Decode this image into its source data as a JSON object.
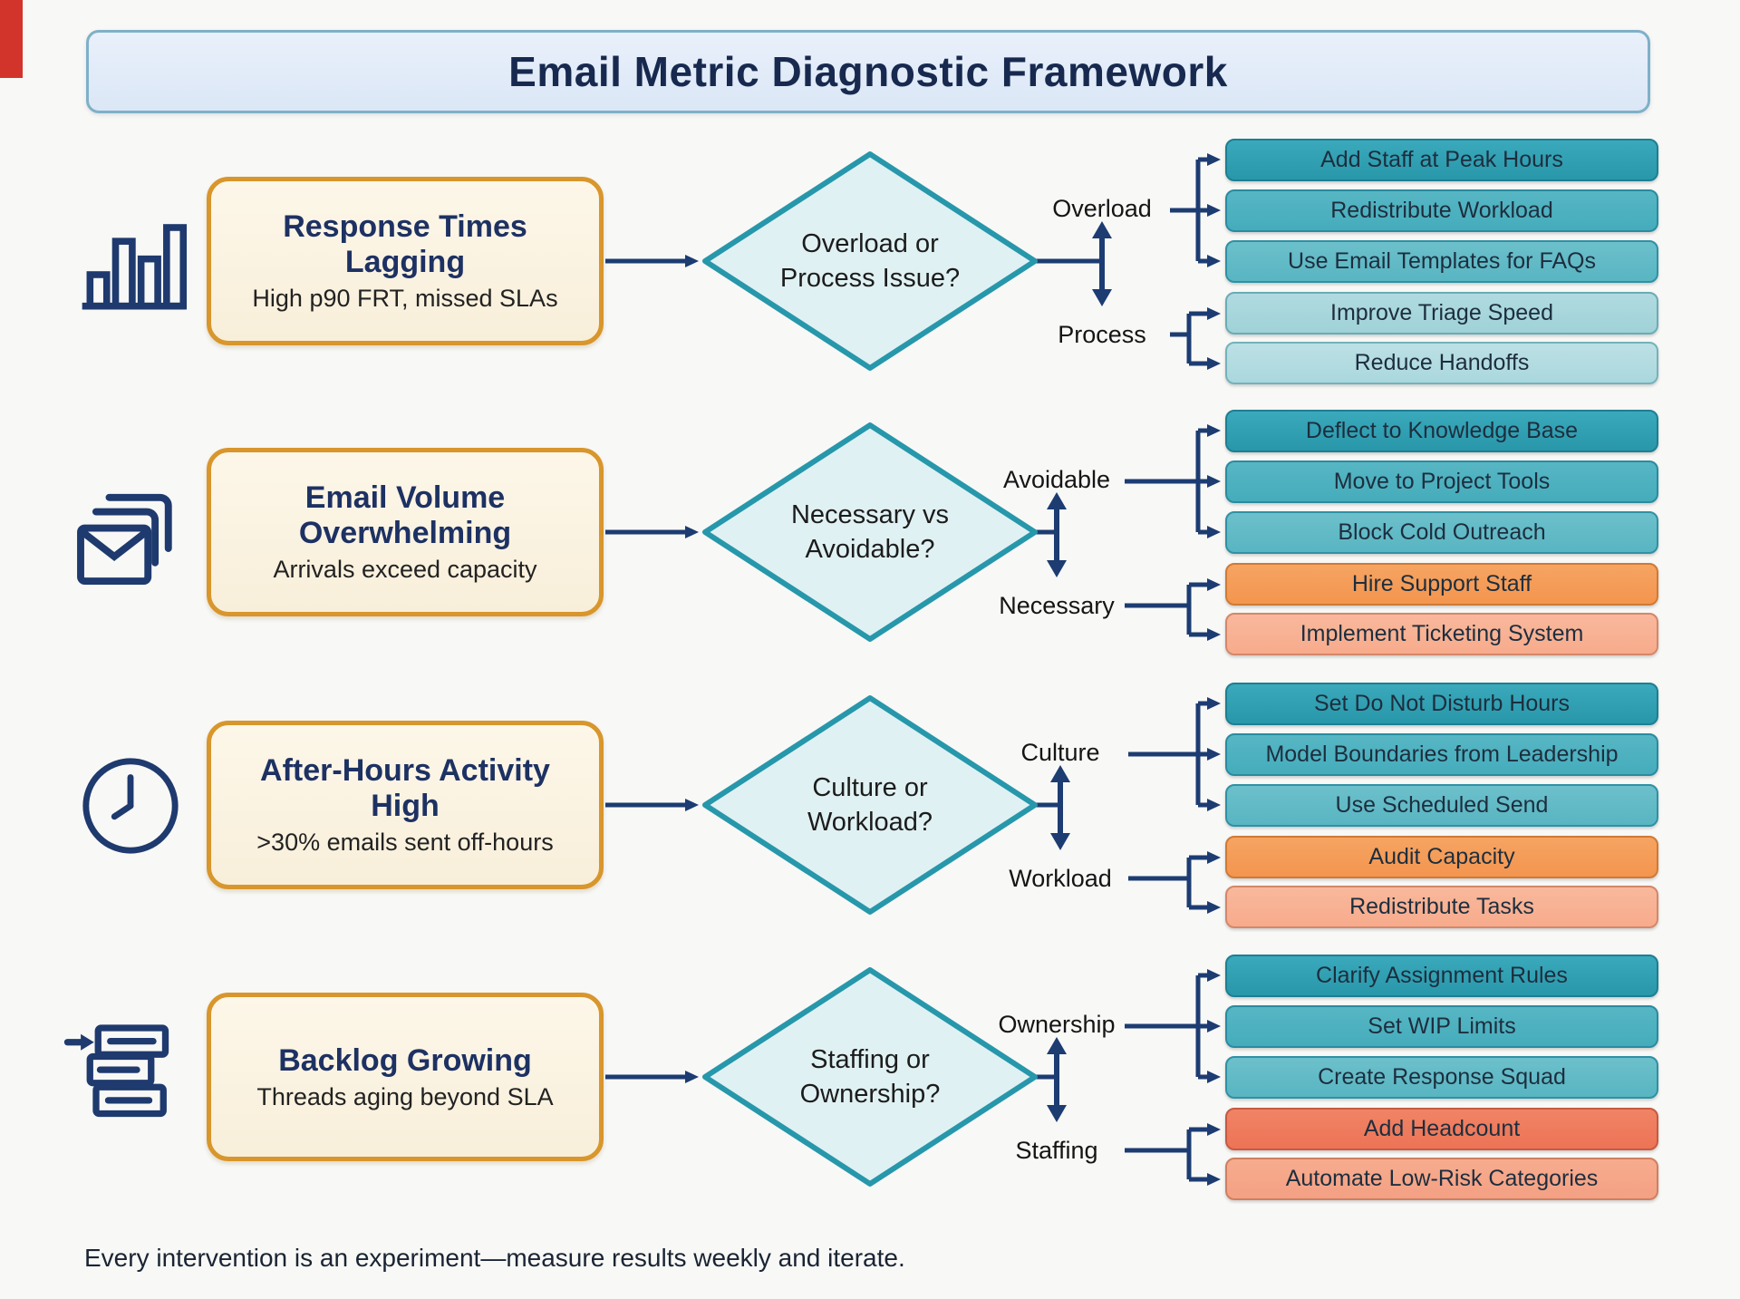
{
  "title": "Email Metric Diagnostic Framework",
  "footer": "Every intervention is an experiment—measure results weekly and iterate.",
  "colors": {
    "connector_navy": "#1c3c72",
    "diamond_fill": "#e0f1f3",
    "diamond_border": "#2797ab",
    "problem_fill": "#faf2de",
    "problem_border": "#d8962c",
    "teal_dark": "#2997aa",
    "teal_mid": "#45acbb",
    "teal_light": "#aad8dd",
    "orange": "#f3954f",
    "salmon": "#f7ab8c",
    "coral": "#ed7356",
    "title_fill": "#dde8f7"
  },
  "rows": [
    {
      "icon": "bar-chart-icon",
      "problem": {
        "title": "Response Times Lagging",
        "subtitle": "High p90 FRT, missed SLAs"
      },
      "decision": "Overload or\nProcess Issue?",
      "top": {
        "label": "Overload",
        "actions": [
          "Add Staff at Peak Hours",
          "Redistribute Workload",
          "Use Email Templates for FAQs"
        ]
      },
      "bottom": {
        "label": "Process",
        "actions": [
          "Improve Triage Speed",
          "Reduce Handoffs"
        ]
      }
    },
    {
      "icon": "envelopes-icon",
      "problem": {
        "title": "Email Volume Overwhelming",
        "subtitle": "Arrivals exceed capacity"
      },
      "decision": "Necessary vs\nAvoidable?",
      "top": {
        "label": "Avoidable",
        "actions": [
          "Deflect to Knowledge Base",
          "Move to Project Tools",
          "Block Cold Outreach"
        ]
      },
      "bottom": {
        "label": "Necessary",
        "actions": [
          "Hire Support Staff",
          "Implement Ticketing System"
        ]
      }
    },
    {
      "icon": "clock-icon",
      "problem": {
        "title": "After-Hours Activity High",
        "subtitle": ">30% emails sent off-hours"
      },
      "decision": "Culture or\nWorkload?",
      "top": {
        "label": "Culture",
        "actions": [
          "Set Do Not Disturb Hours",
          "Model Boundaries from Leadership",
          "Use Scheduled Send"
        ]
      },
      "bottom": {
        "label": "Workload",
        "actions": [
          "Audit Capacity",
          "Redistribute Tasks"
        ]
      }
    },
    {
      "icon": "backlog-icon",
      "problem": {
        "title": "Backlog Growing",
        "subtitle": "Threads aging beyond SLA"
      },
      "decision": "Staffing or\nOwnership?",
      "top": {
        "label": "Ownership",
        "actions": [
          "Clarify Assignment Rules",
          "Set WIP Limits",
          "Create Response Squad"
        ]
      },
      "bottom": {
        "label": "Staffing",
        "actions": [
          "Add Headcount",
          "Automate Low-Risk Categories"
        ]
      }
    }
  ]
}
